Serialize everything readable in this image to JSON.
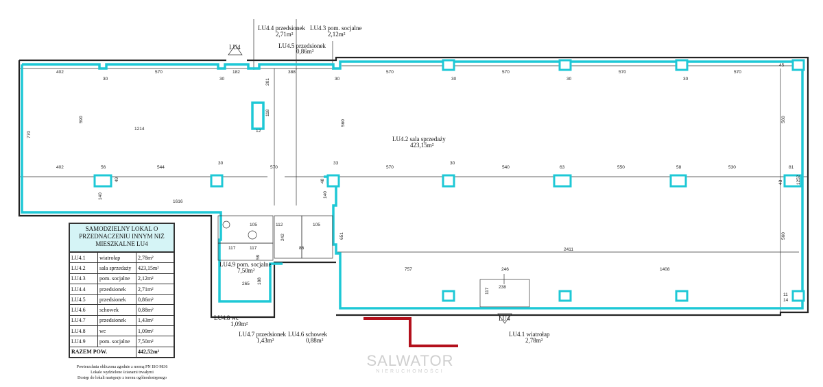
{
  "room_labels": [
    {
      "code": "LU4.4",
      "name": "przedsionek",
      "area": "2,71m²"
    },
    {
      "code": "LU4.3",
      "name": "pom. socjalne",
      "area": "2,12m²"
    },
    {
      "code": "LU4.5",
      "name": "przedsionek",
      "area": "0,86m²"
    },
    {
      "code": "LU4.2",
      "name": "sala sprzedaży",
      "area": "423,15m²"
    },
    {
      "code": "LU4.9",
      "name": "pom. socjalne",
      "area": "7,50m²"
    },
    {
      "code": "LU4.8",
      "name": "wc",
      "area": "1,09m²"
    },
    {
      "code": "LU4.7",
      "name": "przedsionek",
      "area": "1,43m²"
    },
    {
      "code": "LU4.6",
      "name": "schowek",
      "area": "0,88m²"
    },
    {
      "code": "LU4.1",
      "name": "wiatrołap",
      "area": "2,78m²"
    }
  ],
  "entrance_tag": "LU4",
  "dimensions": {
    "top_row": [
      "402",
      "570",
      "182",
      "388",
      "570",
      "570",
      "570",
      "570",
      "45"
    ],
    "col_w": [
      "30",
      "30",
      "30",
      "30",
      "30",
      "30"
    ],
    "mid_row": [
      "402",
      "56",
      "544",
      "30",
      "570",
      "33",
      "570",
      "30",
      "540",
      "63",
      "550",
      "58",
      "530",
      "81"
    ],
    "vertical_left": [
      "770",
      "590",
      "140"
    ],
    "vertical_right": [
      "560",
      "1252",
      "560"
    ],
    "inner": [
      "1214",
      "1616",
      "201",
      "118",
      "12",
      "560",
      "651",
      "140",
      "2411",
      "757",
      "246",
      "1408",
      "238",
      "117",
      "105",
      "112",
      "105",
      "242",
      "117",
      "117",
      "265",
      "188",
      "59",
      "86",
      "48",
      "49",
      "48",
      "11",
      "14"
    ]
  },
  "legend": {
    "title": "SAMODZIELNY LOKAL O PRZEDNACZENIU INNYM NIŻ MIESZKALNE LU4",
    "rows": [
      [
        "LU4.1",
        "wiatrołap",
        "2,78m²"
      ],
      [
        "LU4.2",
        "sala sprzedaży",
        "423,15m²"
      ],
      [
        "LU4.3",
        "pom. socjalne",
        "2,12m²"
      ],
      [
        "LU4.4",
        "przedsionek",
        "2,71m²"
      ],
      [
        "LU4.5",
        "przedsionek",
        "0,86m²"
      ],
      [
        "LU4.6",
        "schowek",
        "0,88m²"
      ],
      [
        "LU4.7",
        "przedsionek",
        "1,43m²"
      ],
      [
        "LU4.8",
        "wc",
        "1,09m²"
      ],
      [
        "LU4.9",
        "pom. socjalne",
        "7,50m²"
      ]
    ],
    "total_label": "RAZEM POW.",
    "total_value": "442,52m²",
    "notes": [
      "Powierzchnia obliczona zgodnie z normą  PN ISO 9836",
      "Lokale wydzielone ścianami trwałymi",
      "Dostęp do lokali następuje z terenu ogólnodostępnego"
    ]
  },
  "logo": {
    "name": "SALWATOR",
    "sub": "NIERUCHOMOŚCI",
    "color": "#b3101c"
  },
  "colors": {
    "outline": "#1ec8d6",
    "legend_bg": "#d5f4f6"
  }
}
